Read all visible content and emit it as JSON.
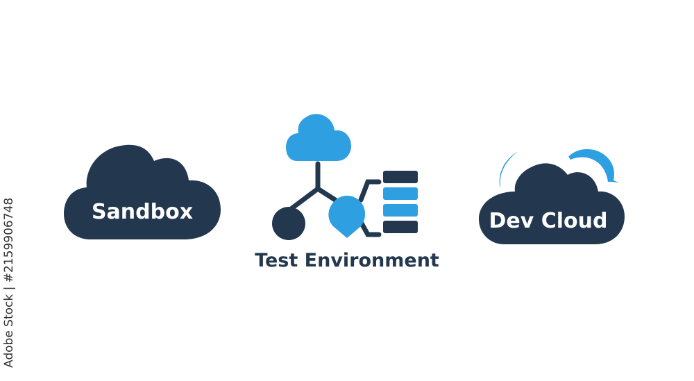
{
  "colors": {
    "dark": "#23384f",
    "blue": "#2e9fe0",
    "background": "#ffffff"
  },
  "icons": {
    "sandbox": {
      "name": "cloud-icon",
      "label": "Sandbox"
    },
    "test_environment": {
      "name": "network-test-icon",
      "label": "Test Environment"
    },
    "dev_cloud": {
      "name": "double-cloud-icon",
      "label": "Dev Cloud"
    }
  },
  "stock_id": "Adobe Stock | #215990674​8"
}
